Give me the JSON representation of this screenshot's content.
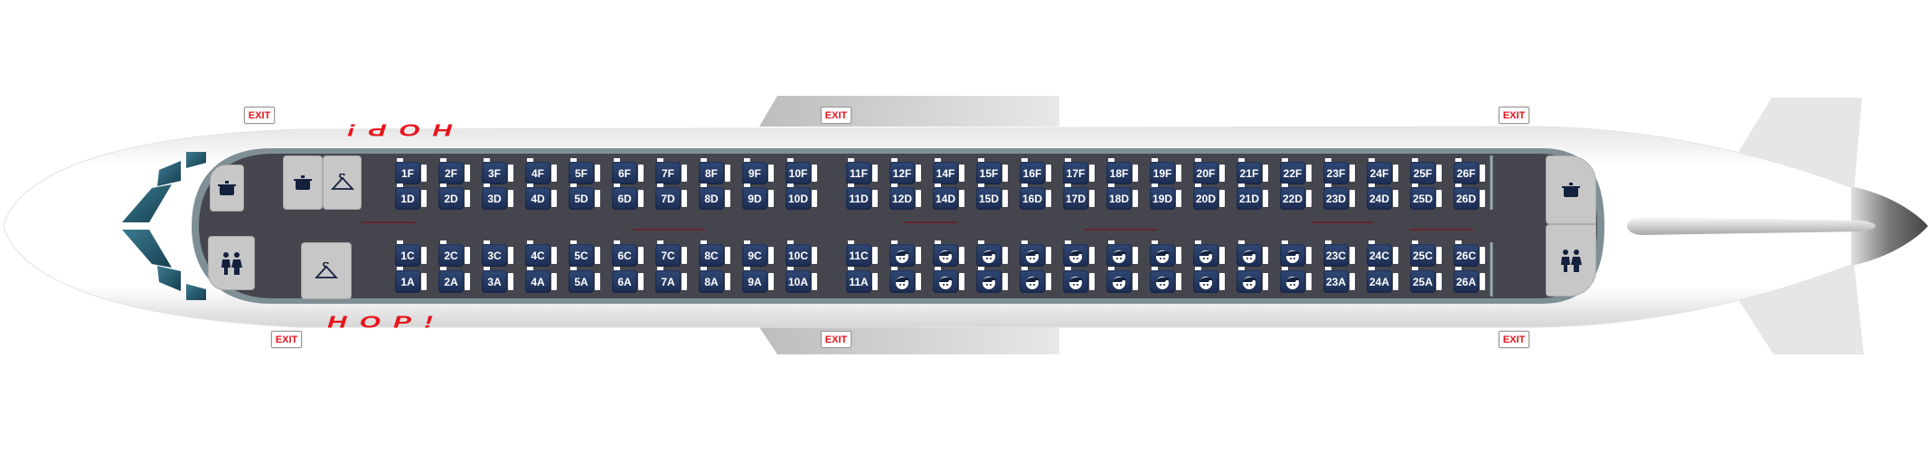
{
  "aircraft_logo": "HOP!",
  "exit_label": "EXIT",
  "facilities": {
    "front_galley_1": "cooking-pot-icon",
    "front_galley_2": "cooking-pot-icon",
    "front_wardrobe_1": "coat-hanger-icon",
    "front_wardrobe_2": "coat-hanger-icon",
    "front_lavatory": "lavatory-icon",
    "rear_galley": "cooking-pot-icon",
    "rear_lavatory": "lavatory-icon"
  },
  "colors": {
    "logo": "#e8141c",
    "seat": "#2a4170",
    "cabin_floor": "#45454d",
    "windows": "#1f5a6e"
  },
  "seat_columns": [
    "F",
    "D",
    "C",
    "A"
  ],
  "rows": [
    {
      "row": "1",
      "F": "1F",
      "D": "1D",
      "C": "1C",
      "A": "1A"
    },
    {
      "row": "2",
      "F": "2F",
      "D": "2D",
      "C": "2C",
      "A": "2A"
    },
    {
      "row": "3",
      "F": "3F",
      "D": "3D",
      "C": "3C",
      "A": "3A"
    },
    {
      "row": "4",
      "F": "4F",
      "D": "4D",
      "C": "4C",
      "A": "4A"
    },
    {
      "row": "5",
      "F": "5F",
      "D": "5D",
      "C": "5C",
      "A": "5A"
    },
    {
      "row": "6",
      "F": "6F",
      "D": "6D",
      "C": "6C",
      "A": "6A"
    },
    {
      "row": "7",
      "F": "7F",
      "D": "7D",
      "C": "7C",
      "A": "7A"
    },
    {
      "row": "8",
      "F": "8F",
      "D": "8D",
      "C": "8C",
      "A": "8A"
    },
    {
      "row": "9",
      "F": "9F",
      "D": "9D",
      "C": "9C",
      "A": "9A"
    },
    {
      "row": "10",
      "F": "10F",
      "D": "10D",
      "C": "10C",
      "A": "10A"
    },
    {
      "row": "11",
      "F": "11F",
      "D": "11D",
      "C": "11C",
      "A": "11A"
    },
    {
      "row": "12",
      "F": "12F",
      "D": "12D",
      "C": null,
      "A": null,
      "occupied": [
        "C",
        "A"
      ]
    },
    {
      "row": "14",
      "F": "14F",
      "D": "14D",
      "C": null,
      "A": null,
      "occupied": [
        "C",
        "A"
      ]
    },
    {
      "row": "15",
      "F": "15F",
      "D": "15D",
      "C": null,
      "A": null,
      "occupied": [
        "C",
        "A"
      ]
    },
    {
      "row": "16",
      "F": "16F",
      "D": "16D",
      "C": null,
      "A": null,
      "occupied": [
        "C",
        "A"
      ]
    },
    {
      "row": "17",
      "F": "17F",
      "D": "17D",
      "C": null,
      "A": null,
      "occupied": [
        "C",
        "A"
      ]
    },
    {
      "row": "18",
      "F": "18F",
      "D": "18D",
      "C": null,
      "A": null,
      "occupied": [
        "C",
        "A"
      ]
    },
    {
      "row": "19",
      "F": "19F",
      "D": "19D",
      "C": null,
      "A": null,
      "occupied": [
        "C",
        "A"
      ]
    },
    {
      "row": "20",
      "F": "20F",
      "D": "20D",
      "C": null,
      "A": null,
      "occupied": [
        "C",
        "A"
      ]
    },
    {
      "row": "21",
      "F": "21F",
      "D": "21D",
      "C": null,
      "A": null,
      "occupied": [
        "C",
        "A"
      ]
    },
    {
      "row": "22",
      "F": "22F",
      "D": "22D",
      "C": null,
      "A": null,
      "occupied": [
        "C",
        "A"
      ]
    },
    {
      "row": "23",
      "F": "23F",
      "D": "23D",
      "C": "23C",
      "A": "23A"
    },
    {
      "row": "24",
      "F": "24F",
      "D": "24D",
      "C": "24C",
      "A": "24A"
    },
    {
      "row": "25",
      "F": "25F",
      "D": "25D",
      "C": "25C",
      "A": "25A"
    },
    {
      "row": "26",
      "F": "26F",
      "D": "26D",
      "C": "26C",
      "A": "26A"
    }
  ]
}
